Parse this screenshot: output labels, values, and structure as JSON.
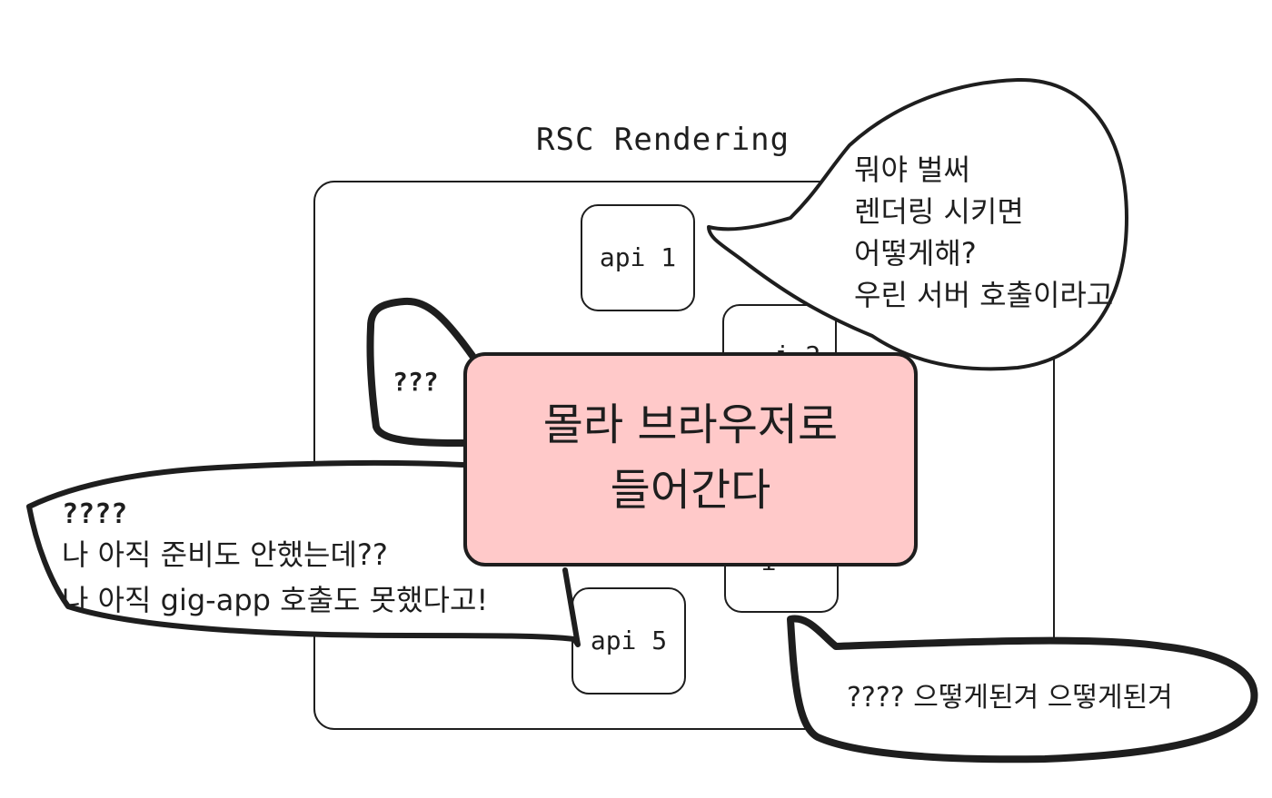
{
  "title": "RSC Rendering",
  "colors": {
    "stroke": "#1e1e1e",
    "center_fill": "#ffc9c9",
    "center_stroke": "#1e1e1e",
    "background": "#ffffff"
  },
  "api_boxes": {
    "api1": "api 1",
    "api2_partial": "i 2",
    "api4_partial": "i",
    "api5": "api 5"
  },
  "center_box": {
    "line1": "몰라 브라우저로",
    "line2": "들어간다"
  },
  "bubble_top_right": {
    "lines": [
      "뭐야 벌써",
      "렌더링 시키면",
      "어떻게해?",
      "우린 서버 호출이라고"
    ]
  },
  "bubble_left_small": {
    "text": "???"
  },
  "bubble_bottom_left": {
    "lines": [
      "????",
      "나 아직 준비도 안했는데??",
      "나 아직 gig-app 호출도 못했다고!"
    ]
  },
  "bubble_bottom_right": {
    "text": "???? 으떻게된겨 으떻게된겨"
  }
}
